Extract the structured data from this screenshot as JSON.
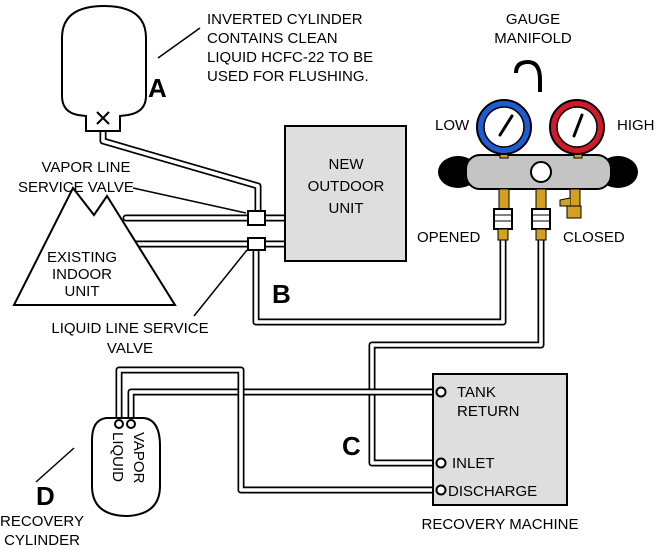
{
  "labels": {
    "inverted_cylinder_note": [
      "INVERTED CYLINDER",
      "CONTAINS CLEAN",
      "LIQUID HCFC-22 TO BE",
      "USED FOR FLUSHING."
    ],
    "gauge_manifold": [
      "GAUGE",
      "MANIFOLD"
    ],
    "low": "LOW",
    "high": "HIGH",
    "vapor_line_service_valve": [
      "VAPOR LINE",
      "SERVICE VALVE"
    ],
    "new_outdoor_unit": [
      "NEW",
      "OUTDOOR",
      "UNIT"
    ],
    "opened": "OPENED",
    "closed": "CLOSED",
    "existing_indoor_unit": [
      "EXISTING",
      "INDOOR",
      "UNIT"
    ],
    "liquid_line_service_valve": [
      "LIQUID LINE SERVICE",
      "VALVE"
    ],
    "tank_return": [
      "TANK",
      "RETURN"
    ],
    "inlet": "INLET",
    "discharge": "DISCHARGE",
    "recovery_machine": "RECOVERY MACHINE",
    "recovery_cylinder": [
      "RECOVERY",
      "CYLINDER"
    ],
    "vapor": "VAPOR",
    "liquid": "LIQUID"
  },
  "markers": {
    "a": "A",
    "b": "B",
    "c": "C",
    "d": "D"
  },
  "colors": {
    "low_gauge": "#1f5bd1",
    "high_gauge": "#d01a2b",
    "unit_fill": "#dedede",
    "manifold_body": "#c4c4c4",
    "brass": "#d4a020"
  }
}
